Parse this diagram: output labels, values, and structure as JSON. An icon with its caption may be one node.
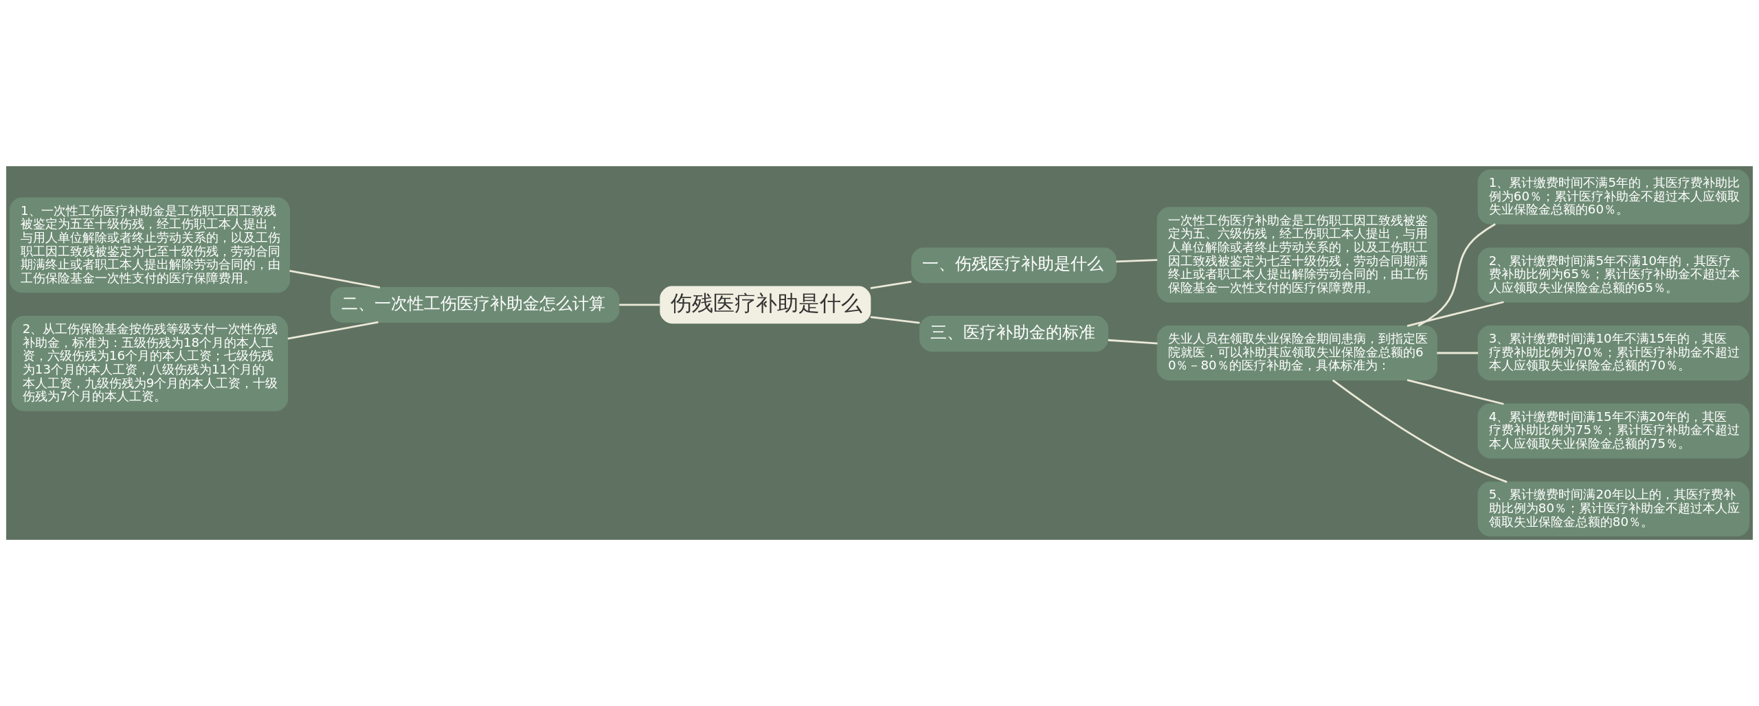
{
  "diagram": {
    "nodes": [
      {
        "text": [
          "伤残医疗补助是什么"
        ]
      },
      {
        "text": [
          "二、一次性工伤医疗补助金怎么计算"
        ]
      },
      {
        "text": [
          "1、一次性工伤医疗补助金是工伤职工因工致残被鉴定为五至十级伤残，经工伤职工本人提出，与用人单位解除或者终止劳动关系的，以及工伤职工因工致残被鉴定为七至十级伤残，劳动合同期满终止或者职工本人提出解除劳动合同的，由工伤保险基金一次性支付的医疗保障费用。"
        ]
      },
      {
        "text": [
          "2、从工伤保险基金按伤残等级支付一次性伤残补助金，标准为：五级伤残为18个月的本人工资，六级伤残为16个月的本人工资；七级伤残为13个月的本人工资，八级伤残为11个月的本人工资，九级伤残为9个月的本人工资，十级伤残为7个月的本人工资。"
        ]
      },
      {
        "text": [
          "一、伤残医疗补助是什么"
        ]
      },
      {
        "text": [
          "一次性工伤医疗补助金是工伤职工因工致残被鉴定为五、六级伤残，经工伤职工本人提出，与用人单位解除或者终止劳动关系的，以及工伤职工因工致残被鉴定为七至十级伤残，劳动合同期满终止或者职工本人提出解除劳动合同的，由工伤保险基金一次性支付的医疗保障费用。"
        ]
      },
      {
        "text": [
          "三、医疗补助金的标准"
        ]
      },
      {
        "text": [
          "失业人员在领取失业保险金期间患病，到指定医院就医，可以补助其应领取失业保险金总额的60％－80％的医疗补助金，具体标准为："
        ]
      },
      {
        "text": [
          "1、累计缴费时间不满5年的，其医疗费补助比例为60％；累计医疗补助金不超过本人应领取失业保险金总额的60％。"
        ]
      },
      {
        "text": [
          "2、累计缴费时间满5年不满10年的，其医疗费补助比例为65％；累计医疗补助金不超过本人应领取失业保险金总额的65％。"
        ]
      },
      {
        "text": [
          "3、累计缴费时间满10年不满15年的，其医疗费补助比例为70％；累计医疗补助金不超过本人应领取失业保险金总额的70％。"
        ]
      },
      {
        "text": [
          "4、累计缴费时间满15年不满20年的，其医疗费补助比例为75％；累计医疗补助金不超过本人应领取失业保险金总额的75％。"
        ]
      },
      {
        "text": [
          "5、累计缴费时间满20年以上的，其医疗费补助比例为80％；累计医疗补助金不超过本人应领取失业保险金总额的80％。"
        ]
      }
    ],
    "edges": [
      {
        "from": 0,
        "to": 1,
        "arrow": "none"
      },
      {
        "from": 1,
        "to": 2,
        "arrow": "none"
      },
      {
        "from": 1,
        "to": 3,
        "arrow": "none"
      },
      {
        "from": 0,
        "to": 4,
        "arrow": "none"
      },
      {
        "from": 4,
        "to": 5,
        "arrow": "none"
      },
      {
        "from": 0,
        "to": 6,
        "arrow": "none"
      },
      {
        "from": 6,
        "to": 7,
        "arrow": "none"
      },
      {
        "from": 7,
        "to": 8,
        "arrow": "none"
      },
      {
        "from": 7,
        "to": 9,
        "arrow": "none"
      },
      {
        "from": 7,
        "to": 10,
        "arrow": "none"
      },
      {
        "from": 7,
        "to": 11,
        "arrow": "none"
      },
      {
        "from": 7,
        "to": 12,
        "arrow": "none"
      }
    ]
  }
}
